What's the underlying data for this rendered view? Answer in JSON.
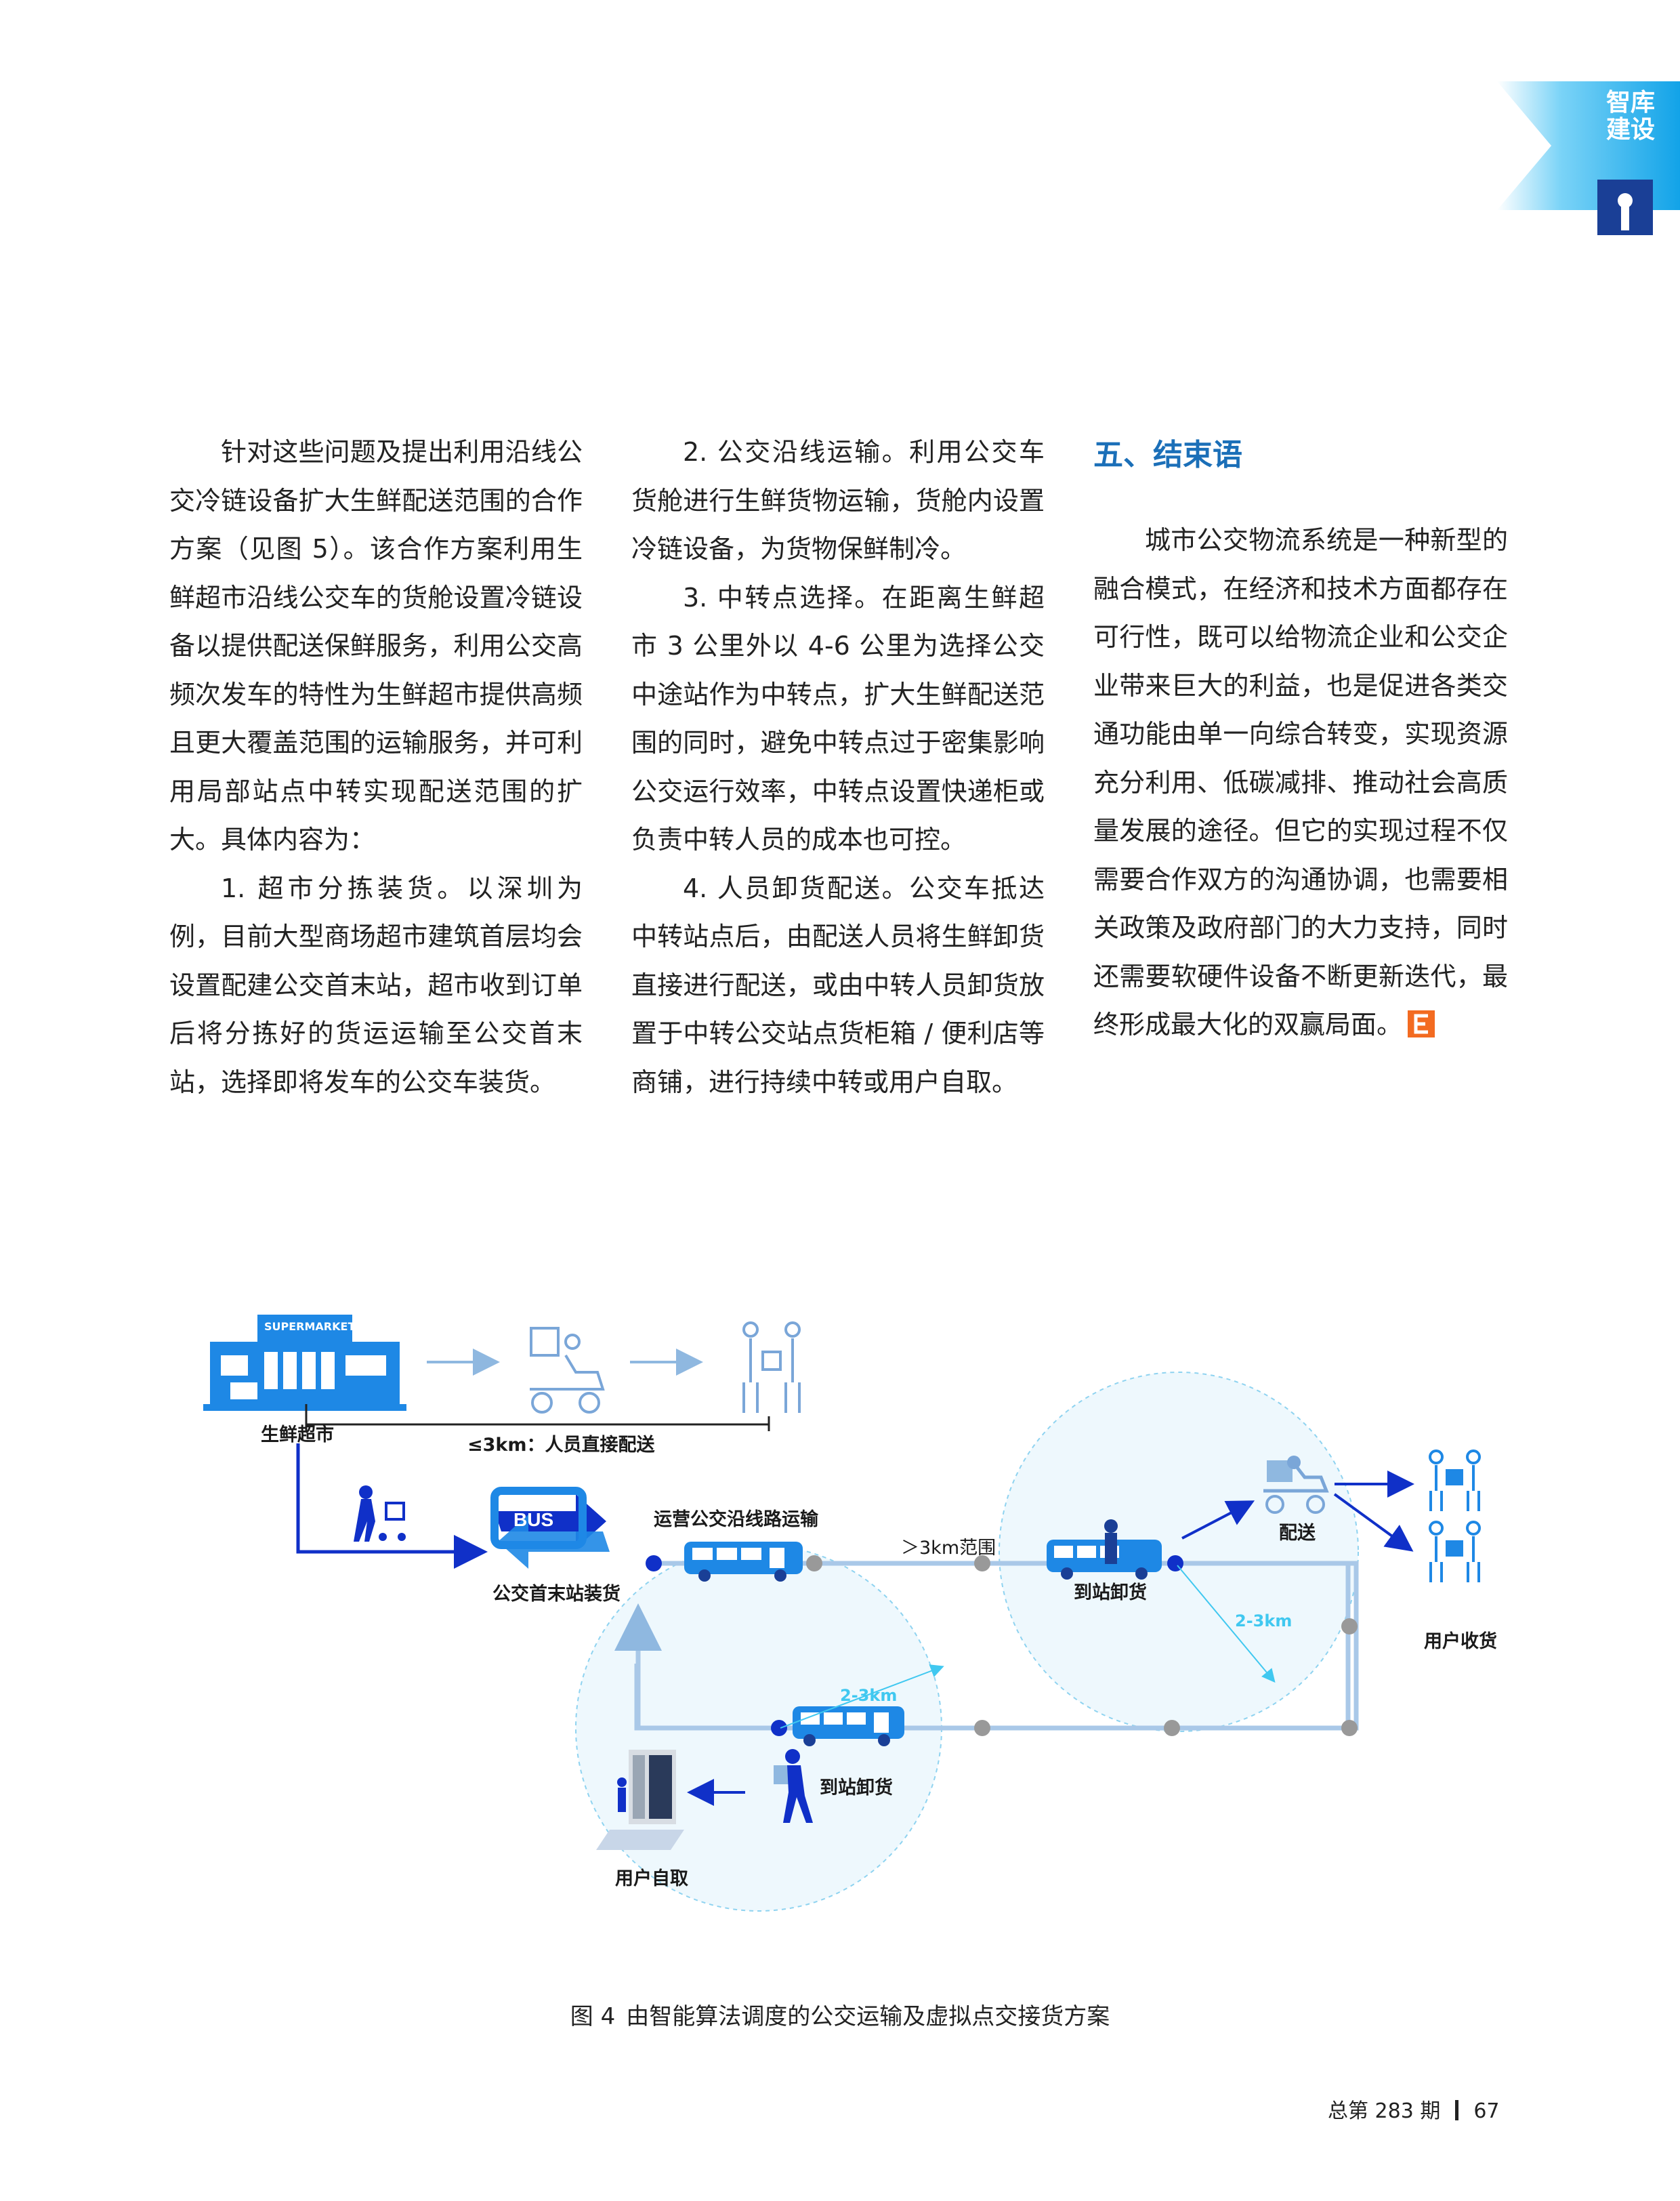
{
  "corner": {
    "line1": "智库",
    "line2": "建设"
  },
  "col1": [
    "针对这些问题及提出利用沿线公交冷链设备扩大生鲜配送范围的合作方案（见图 5）。该合作方案利用生鲜超市沿线公交车的货舱设置冷链设备以提供配送保鲜服务，利用公交高频次发车的特性为生鲜超市提供高频且更大覆盖范围的运输服务，并可利用局部站点中转实现配送范围的扩大。具体内容为：",
    "1. 超市分拣装货。以深圳为例，目前大型商场超市建筑首层均会设置配建公交首末站，超市收到订单后将分拣好的货运运输至公交首末站，选择即将发车的公交车装货。"
  ],
  "col2": [
    "2. 公交沿线运输。利用公交车货舱进行生鲜货物运输，货舱内设置冷链设备，为货物保鲜制冷。",
    "3. 中转点选择。在距离生鲜超市 3 公里外以 4-6 公里为选择公交中途站作为中转点，扩大生鲜配送范围的同时，避免中转点过于密集影响公交运行效率，中转点设置快递柜或负责中转人员的成本也可控。",
    "4. 人员卸货配送。公交车抵达中转站点后，由配送人员将生鲜卸货直接进行配送，或由中转人员卸货放置于中转公交站点货柜箱 / 便利店等商铺，进行持续中转或用户自取。"
  ],
  "col3": {
    "heading": "五、结束语",
    "paragraph": "城市公交物流系统是一种新型的融合模式，在经济和技术方面都存在可行性，既可以给物流企业和公交企业带来巨大的利益，也是促进各类交通功能由单一向综合转变，实现资源充分利用、低碳减排、推动社会高质量发展的途径。但它的实现过程不仅需要合作双方的沟通协调，也需要相关政策及政府部门的大力支持，同时还需要软硬件设备不断更新迭代，最终形成最大化的双赢局面。"
  },
  "figure": {
    "supermarket_sign": "SUPERMARKET",
    "supermarket_label": "生鲜超市",
    "direct_range": "≤3km：人员直接配送",
    "terminal_label": "公交首末站装货",
    "bus_logo": "BUS",
    "route_label": "运营公交沿线路运输",
    "range_label": "＞3km范围",
    "unload_label_1": "到站卸货",
    "radius_label_1": "2-3km",
    "delivery_label": "配送",
    "receive_label": "用户收货",
    "radius_label_2": "2-3km",
    "unload_label_2": "到站卸货",
    "pickup_label": "用户自取"
  },
  "caption": {
    "number": "图 4",
    "text": "由智能算法调度的公交运输及虚拟点交接货方案"
  },
  "folio": {
    "issue": "总第 283 期",
    "page": "67"
  },
  "colors": {
    "accent": "#1b6fb8",
    "diagram_blue": "#1e88e5",
    "route": "#a9c8e8",
    "stop_gray": "#999999",
    "stop_blue": "#1030c8"
  }
}
